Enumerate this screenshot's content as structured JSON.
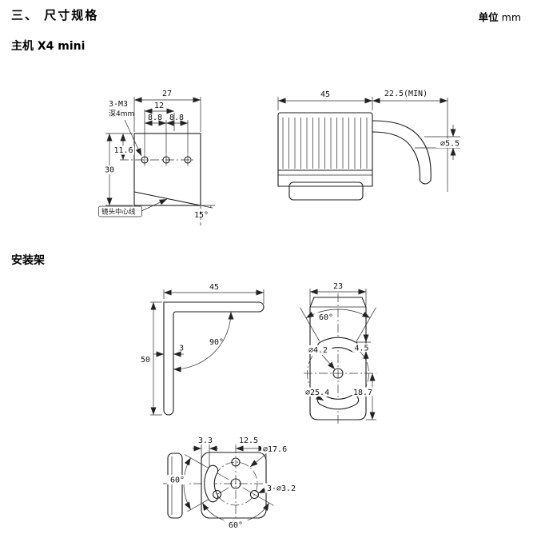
{
  "page": {
    "section_title": "三、 尺寸规格",
    "unit_label": "单位",
    "unit_value": "mm",
    "main_unit_label": "主机 X4 mini",
    "bracket_label": "安装架"
  },
  "main_front_view": {
    "width": "27",
    "hole_offset": "12",
    "hole_pitch_left": "8.8",
    "hole_pitch_right": "8.8",
    "thread_callout": "3-M3",
    "thread_depth": "深4mm",
    "hole_top_offset": "11.6",
    "height": "30",
    "lens_centerline": "镜头中心线",
    "lens_angle": "15°"
  },
  "main_side_view": {
    "body_length": "45",
    "cable_min_clearance": "22.5(MIN)",
    "cable_diameter": "∅5.5"
  },
  "bracket_side_view": {
    "arm_length": "45",
    "plate_thickness": "3",
    "height": "50",
    "bend_angle": "90°"
  },
  "bracket_front_view": {
    "width": "23",
    "slot_span_angle": "60°",
    "center_hole": "∅4.2",
    "slot_width": "4.5",
    "slot_circle": "∅25.4",
    "center_to_bottom": "18.7"
  },
  "bracket_bottom_view": {
    "slot_edge_offset": "3.3",
    "center_to_edge": "12.5",
    "bolt_circle": "∅17.6",
    "slot_span_angle": "60°",
    "mounting_holes": "3-∅3.2",
    "hole_span_angle": "60°"
  }
}
